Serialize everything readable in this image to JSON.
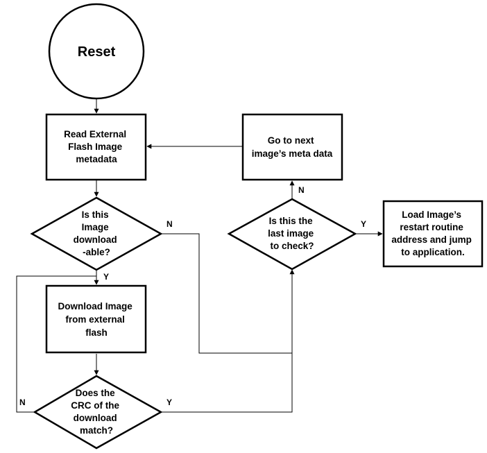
{
  "nodes": {
    "reset": {
      "lines": [
        "Reset"
      ]
    },
    "read_metadata": {
      "lines": [
        "Read External",
        "Flash Image",
        "metadata"
      ]
    },
    "is_downloadable": {
      "lines": [
        "Is this",
        "Image",
        "download",
        "-able?"
      ]
    },
    "download_image": {
      "lines": [
        "Download Image",
        "from external",
        "flash"
      ]
    },
    "crc_match": {
      "lines": [
        "Does the",
        "CRC of the",
        "download",
        "match?"
      ]
    },
    "last_image": {
      "lines": [
        "Is this the",
        "last image",
        "to check?"
      ]
    },
    "next_metadata": {
      "lines": [
        "Go to next",
        "image’s meta data"
      ]
    },
    "load_image": {
      "lines": [
        "Load Image’s",
        "restart routine",
        "address and jump",
        "to application."
      ]
    }
  },
  "edge_labels": {
    "downloadable_no": "N",
    "downloadable_yes": "Y",
    "crc_no": "N",
    "crc_yes": "Y",
    "last_no": "N",
    "last_yes": "Y"
  },
  "colors": {
    "stroke": "#000000",
    "fill": "#ffffff"
  }
}
